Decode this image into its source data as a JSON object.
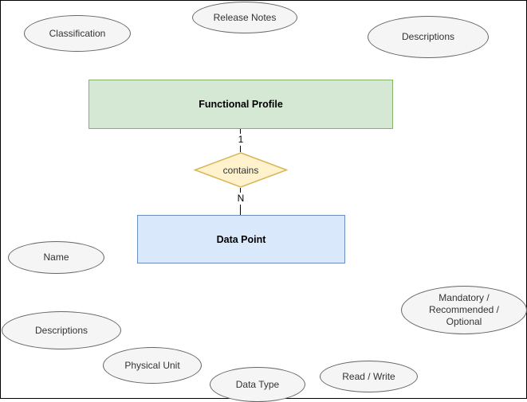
{
  "diagram": {
    "entities": {
      "functional_profile": {
        "label": "Functional Profile",
        "fill": "#d5e8d4",
        "stroke": "#82b366"
      },
      "data_point": {
        "label": "Data Point",
        "fill": "#dae8fc",
        "stroke": "#6c8ebf"
      }
    },
    "relationship": {
      "label": "contains",
      "fill": "#fff2cc",
      "stroke": "#d6b656",
      "from_cardinality": "1",
      "to_cardinality": "N"
    },
    "attributes": {
      "classification": {
        "label": "Classification"
      },
      "release_notes": {
        "label": "Release Notes"
      },
      "descriptions_top": {
        "label": "Descriptions"
      },
      "name": {
        "label": "Name"
      },
      "descriptions_bottom": {
        "label": "Descriptions"
      },
      "physical_unit": {
        "label": "Physical Unit"
      },
      "data_type": {
        "label": "Data Type"
      },
      "read_write": {
        "label": "Read / Write"
      },
      "mandatory_recommended_optional": {
        "label": "Mandatory / Recommended / Optional",
        "lines": [
          "Mandatory /",
          "Recommended /",
          "Optional"
        ]
      }
    },
    "styles": {
      "attribute_fill": "#f5f5f5",
      "attribute_stroke": "#666666",
      "attribute_text": "#333333",
      "connector_color": "#000000",
      "background": "#ffffff"
    }
  }
}
